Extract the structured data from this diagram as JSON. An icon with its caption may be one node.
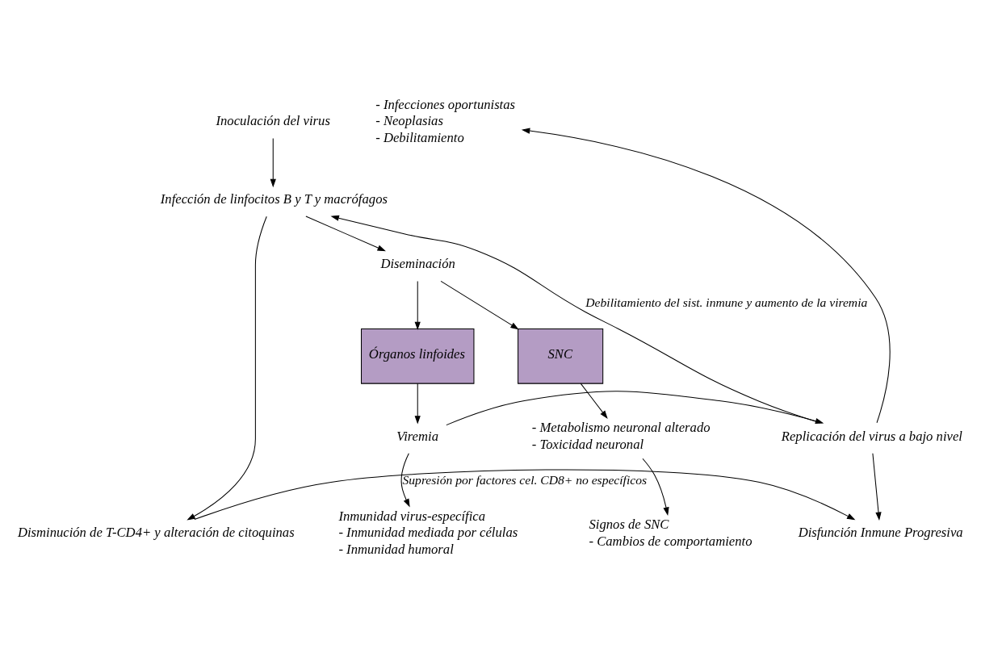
{
  "diagram": {
    "nodes": [
      {
        "text": [
          "Inoculación del virus"
        ]
      },
      {
        "text": [
          "Infección de linfocitos B y T y macrófagos"
        ]
      },
      {
        "text": [
          "Disminución de T-CD4+ y alteración de citoquinas"
        ]
      },
      {
        "text": [
          "Disfunción Inmune Progresiva"
        ]
      },
      {
        "text": [
          "Diseminación"
        ]
      },
      {
        "text": [
          "SNC"
        ]
      },
      {
        "text": [
          "Órganos linfoides"
        ]
      },
      {
        "text": [
          "- Metabolismo neuronal alterado",
          "- Toxicidad neuronal"
        ]
      },
      {
        "text": [
          "Signos de SNC",
          "- Cambios de comportamiento"
        ]
      },
      {
        "text": [
          "Viremia"
        ]
      },
      {
        "text": [
          "Inmunidad virus-específica",
          "- Inmunidad mediada por células",
          "- Inmunidad humoral"
        ]
      },
      {
        "text": [
          "Replicación del virus a bajo nivel"
        ]
      },
      {
        "text": [
          "- Infecciones oportunistas",
          "- Neoplasias",
          "- Debilitamiento"
        ]
      }
    ],
    "edges": [
      {
        "from": 0,
        "to": 1,
        "arrow": "to"
      },
      {
        "from": 1,
        "to": 2,
        "arrow": "to"
      },
      {
        "from": 1,
        "to": 4,
        "arrow": "to"
      },
      {
        "from": 2,
        "to": 3,
        "arrow": "to"
      },
      {
        "from": 4,
        "to": 5,
        "arrow": "to"
      },
      {
        "from": 4,
        "to": 6,
        "arrow": "to"
      },
      {
        "from": 5,
        "to": 7,
        "arrow": "to"
      },
      {
        "from": 7,
        "to": 8,
        "arrow": "to"
      },
      {
        "from": 6,
        "to": 9,
        "arrow": "to"
      },
      {
        "from": 9,
        "to": 10,
        "label": "Supresión por factores cel. CD8+ no específicos",
        "arrow": "to"
      },
      {
        "from": 9,
        "to": 11,
        "arrow": "to"
      },
      {
        "from": 11,
        "to": 3,
        "arrow": "to"
      },
      {
        "from": 11,
        "to": 1,
        "label": "Debilitamiento del sist. inmune y aumento de la viremia",
        "arrow": "to"
      },
      {
        "from": 11,
        "to": 12,
        "arrow": "to"
      }
    ]
  }
}
